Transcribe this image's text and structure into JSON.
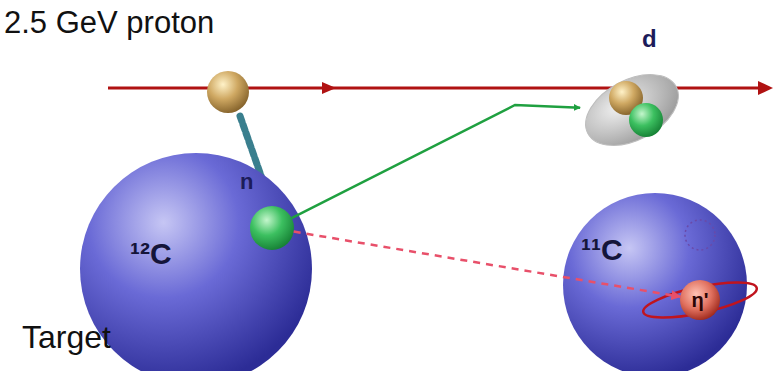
{
  "diagram": {
    "nodes": [
      {
        "text": [
          "¹²C"
        ]
      },
      {
        "text": [
          "n"
        ],
        "in": 0
      },
      {
        "text": [
          "d"
        ]
      },
      {
        "text": [
          "¹¹C"
        ]
      },
      {
        "text": [
          "η'"
        ],
        "in": 3
      }
    ],
    "edges": [
      {
        "from": 1,
        "to": 2,
        "arrow": "to"
      },
      {
        "from": 1,
        "to": 4,
        "arrow": "to"
      }
    ],
    "labels": [
      "2.5 GeV proton",
      "Target"
    ]
  }
}
